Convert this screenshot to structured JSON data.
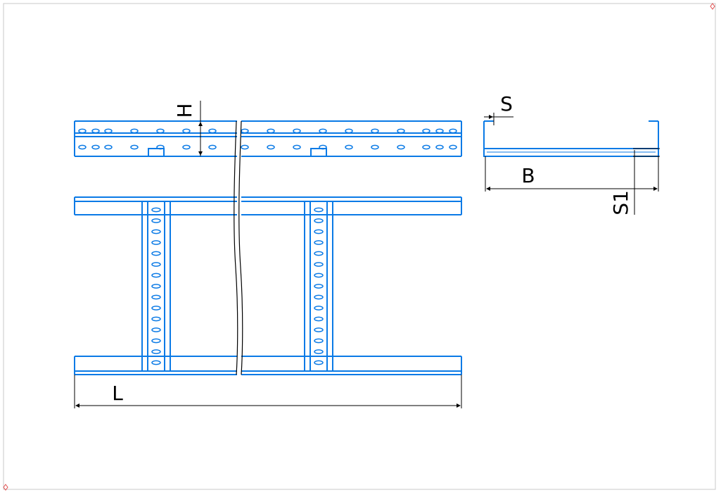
{
  "labels": {
    "height": "H",
    "length": "L",
    "thickness": "S",
    "width": "B",
    "base_thickness": "S1"
  },
  "colors": {
    "outline": "#0a7ae6",
    "dimension": "#000000",
    "frame": "#c8c8c8",
    "corner_marker": "#e05050"
  }
}
